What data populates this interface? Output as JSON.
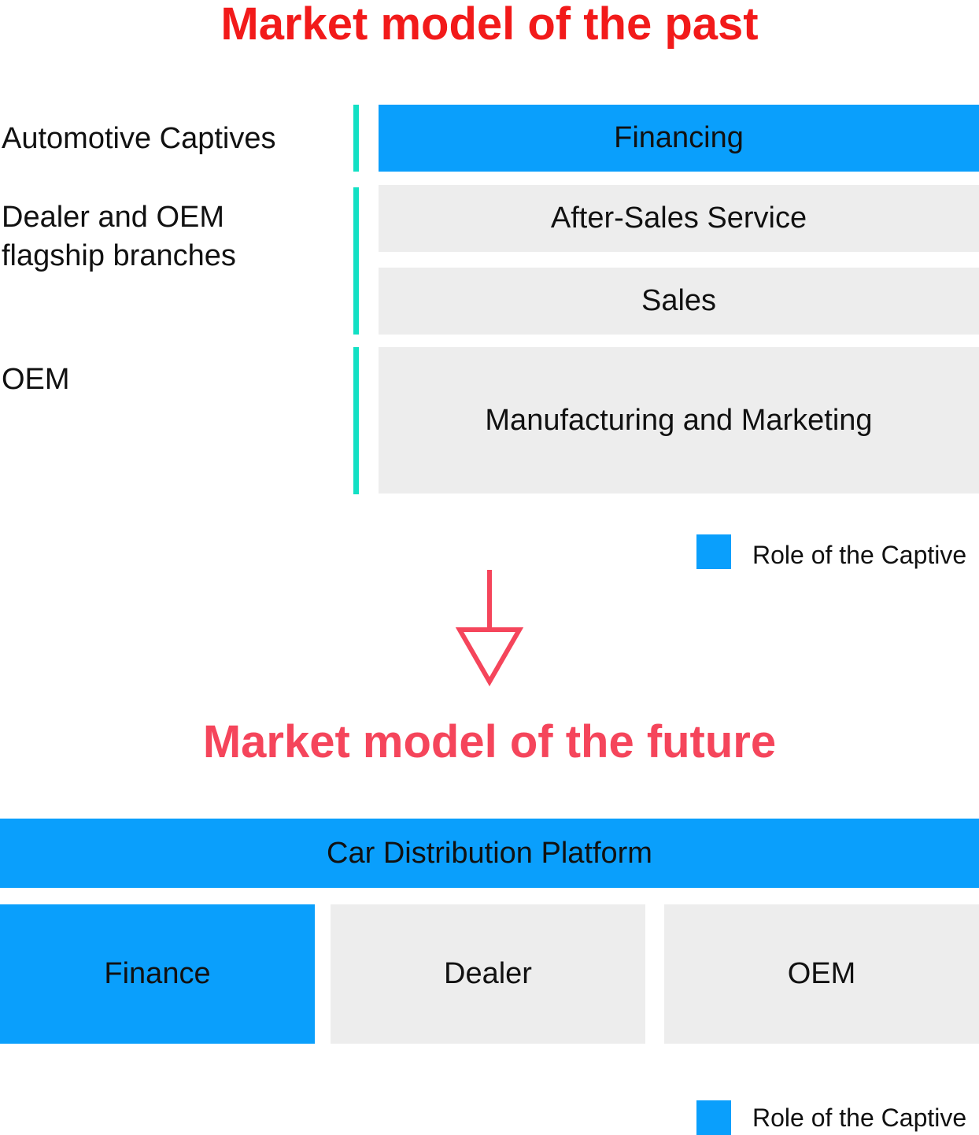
{
  "past": {
    "title": "Market model of the past",
    "title_color": "#f21a1a",
    "rows": [
      {
        "label": "Automotive Captives",
        "boxes": [
          "Financing"
        ]
      },
      {
        "label_line1": "Dealer and OEM",
        "label_line2": "flagship branches",
        "boxes": [
          "After-Sales Service",
          "Sales"
        ]
      },
      {
        "label": "OEM",
        "boxes": [
          "Manufacturing and Marketing"
        ]
      }
    ],
    "legend": "Role of the Captive"
  },
  "future": {
    "title": "Market model of the future",
    "title_color": "#f5455b",
    "platform": "Car Distribution Platform",
    "boxes": [
      "Finance",
      "Dealer",
      "OEM"
    ],
    "legend": "Role of the Captive"
  },
  "colors": {
    "captive_blue": "#0a9ffc",
    "neutral_grey": "#ededed",
    "divider_teal": "#12e0c4",
    "arrow": "#f5455b"
  }
}
